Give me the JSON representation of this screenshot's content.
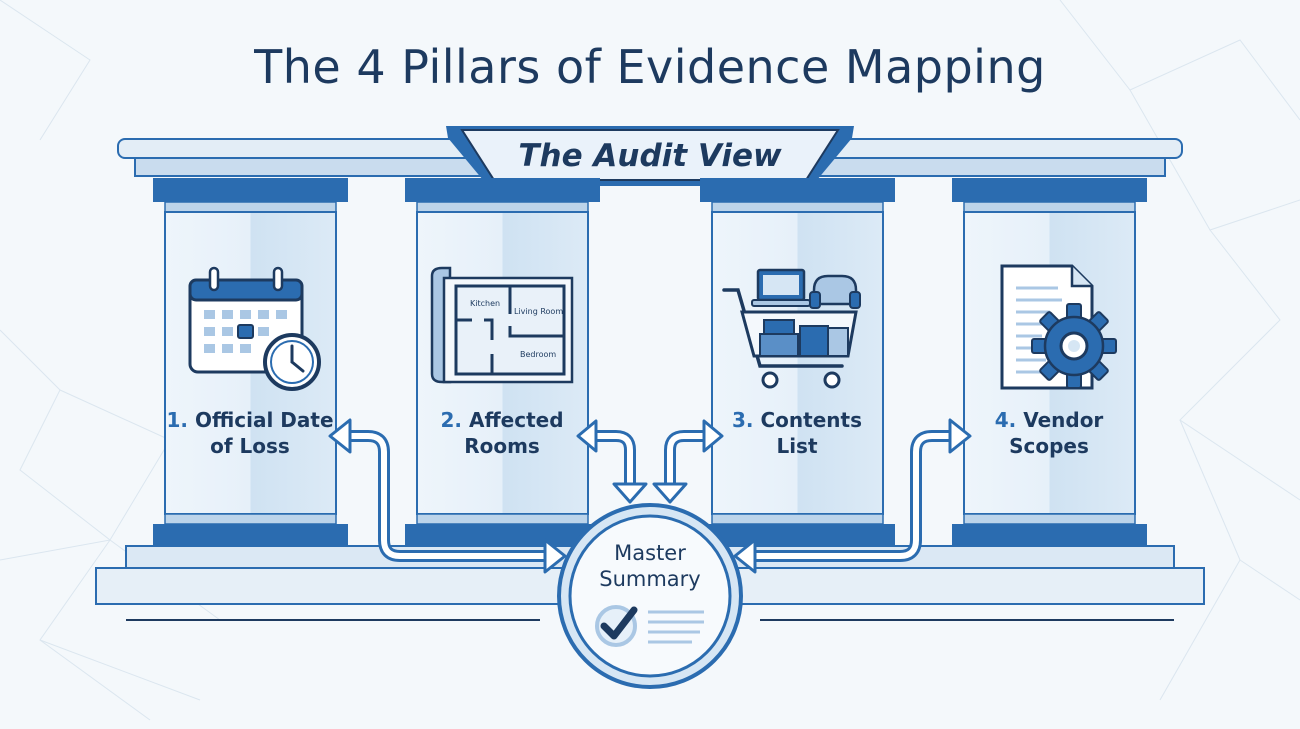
{
  "title": "The 4 Pillars of Evidence Mapping",
  "banner": "The Audit View",
  "pillars": [
    {
      "number": "1.",
      "line1": "Official Date",
      "line2": "of Loss",
      "icon": "calendar-clock-icon"
    },
    {
      "number": "2.",
      "line1": "Affected",
      "line2": "Rooms",
      "icon": "floor-plan-icon"
    },
    {
      "number": "3.",
      "line1": "Contents",
      "line2": "List",
      "icon": "shopping-cart-icon"
    },
    {
      "number": "4.",
      "line1": "Vendor",
      "line2": "Scopes",
      "icon": "document-gear-icon"
    }
  ],
  "floor_plan": {
    "kitchen": "Kitchen",
    "living_room": "Living Room",
    "bedroom": "Bedroom"
  },
  "master": {
    "line1": "Master",
    "line2": "Summary",
    "icon": "checklist-icon"
  },
  "colors": {
    "primary": "#2b6cb0",
    "dark": "#1d3a5f",
    "light": "#d6e6f4",
    "column_shade": "#c7ddef"
  }
}
